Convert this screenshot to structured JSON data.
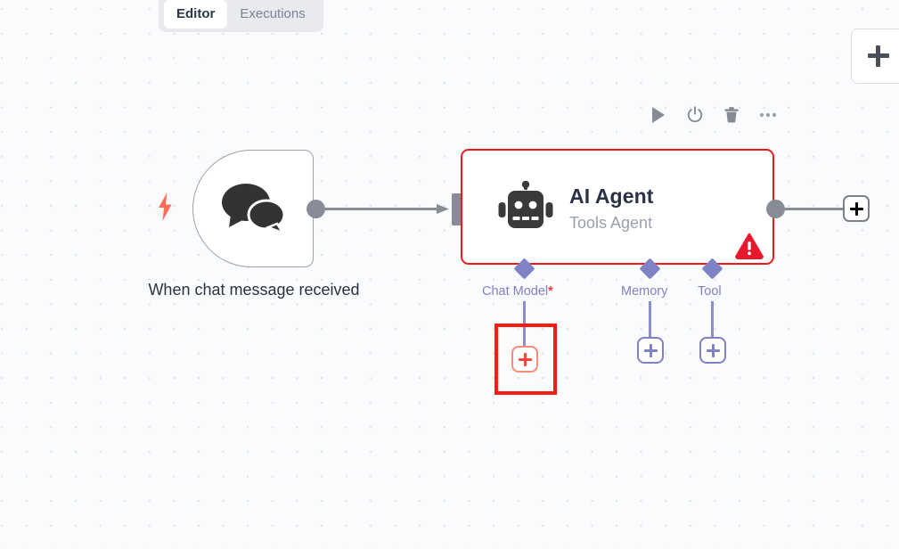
{
  "tabs": [
    {
      "label": "Editor",
      "active": true
    },
    {
      "label": "Executions",
      "active": false
    }
  ],
  "add_panel": {
    "icon": "plus-icon",
    "label": "+"
  },
  "node_toolbar": [
    {
      "name": "execute-node-button",
      "icon": "play-icon"
    },
    {
      "name": "toggle-activation-button",
      "icon": "power-icon"
    },
    {
      "name": "delete-node-button",
      "icon": "trash-icon"
    },
    {
      "name": "more-options-button",
      "icon": "ellipsis-icon"
    }
  ],
  "trigger_node": {
    "label": "When chat message received",
    "icon": "chat-bubbles-icon",
    "trigger_icon": "lightning-bolt-icon",
    "bolt_color": "#ff6d5a"
  },
  "agent_node": {
    "title": "AI Agent",
    "subtitle": "Tools Agent",
    "icon": "robot-icon",
    "status": "error",
    "status_icon": "warning-triangle-icon",
    "border_color": "#ef1b1b",
    "output_plus_label": "+"
  },
  "sub_connections": [
    {
      "label": "Chat Model",
      "required": true,
      "required_marker": "*",
      "plus_label": "+",
      "highlighted": true,
      "selected": true,
      "color": "#7f82c4"
    },
    {
      "label": "Memory",
      "required": false,
      "required_marker": "",
      "plus_label": "+",
      "highlighted": false,
      "selected": false,
      "color": "#7f82c4"
    },
    {
      "label": "Tool",
      "required": false,
      "required_marker": "",
      "plus_label": "+",
      "highlighted": false,
      "selected": false,
      "color": "#7f82c4"
    }
  ]
}
